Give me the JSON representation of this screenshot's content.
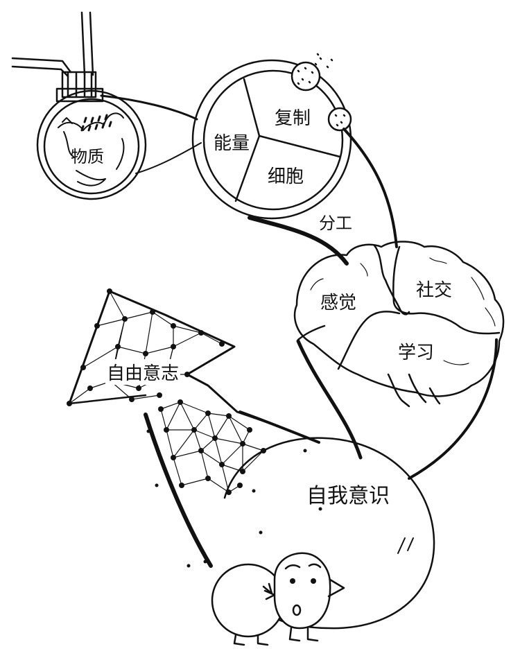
{
  "labels": {
    "matter": "物质",
    "energy": "能量",
    "replication": "复制",
    "cell": "细胞",
    "division_of_labor": "分工",
    "perception": "感觉",
    "social": "社交",
    "learning": "学习",
    "free_will": "自由意志",
    "self_awareness": "自我意识"
  }
}
